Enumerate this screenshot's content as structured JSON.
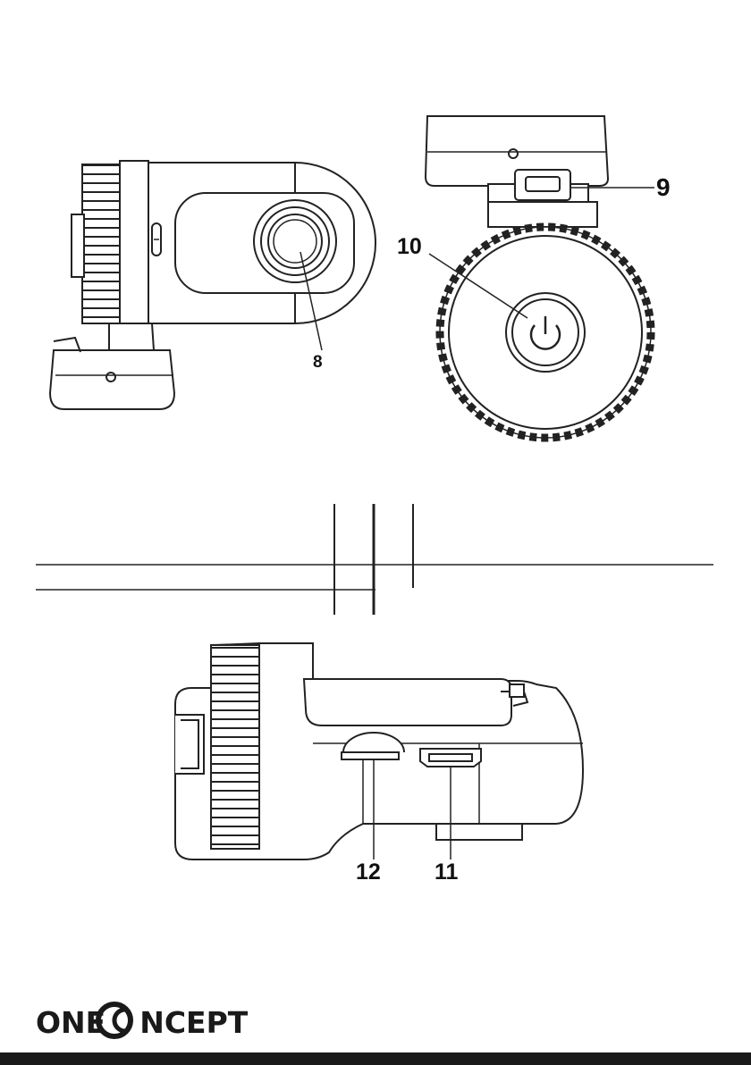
{
  "callouts": {
    "lens": "8",
    "usb_port": "9",
    "power_button": "10",
    "hdmi_port": "11",
    "card_slot": "12"
  },
  "brand": {
    "left": "ONE",
    "right": "NCEPT"
  },
  "colors": {
    "ink": "#1a1a1a",
    "paper": "#ffffff"
  }
}
